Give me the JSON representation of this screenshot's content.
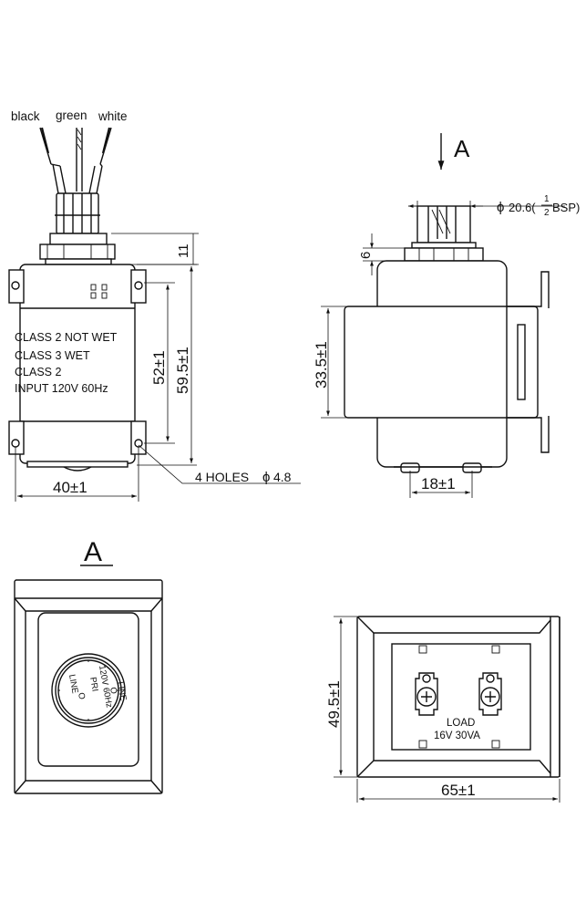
{
  "wires": {
    "black": "black",
    "green": "green",
    "white": "white"
  },
  "front_view": {
    "label_line1": "CLASS 2 NOT WET",
    "label_line2": "CLASS 3 WET",
    "label_line3": "CLASS 2",
    "label_line4": "INPUT 120V 60Hz",
    "dim_nut_height": "11",
    "dim_hole_pitch": "52±1",
    "dim_body_height": "59.5±1",
    "dim_width": "40±1",
    "holes_note": "4 HOLES",
    "holes_diameter_symbol": "ϕ",
    "holes_diameter": "4.8"
  },
  "side_view": {
    "view_arrow_label": "A",
    "thread_symbol": "ϕ",
    "thread_prefix": "20.6(",
    "thread_fraction_num": "1",
    "thread_fraction_den": "2",
    "thread_suffix": "BSP)",
    "dim_nut": "6",
    "dim_core": "33.5±1",
    "dim_terminals": "18±1"
  },
  "view_a": {
    "title": "A",
    "circle_text_line": "LINE",
    "circle_text_o": "O",
    "circle_text_pri": "PRI",
    "circle_text_rating": "120V 60Hz"
  },
  "bottom_view": {
    "load_label": "LOAD",
    "load_rating": "16V 30VA",
    "dim_height": "49.5±1",
    "dim_width": "65±1"
  },
  "icons": [
    "arrow-down-icon",
    "screw-terminal-icon",
    "mounting-hole-icon"
  ]
}
